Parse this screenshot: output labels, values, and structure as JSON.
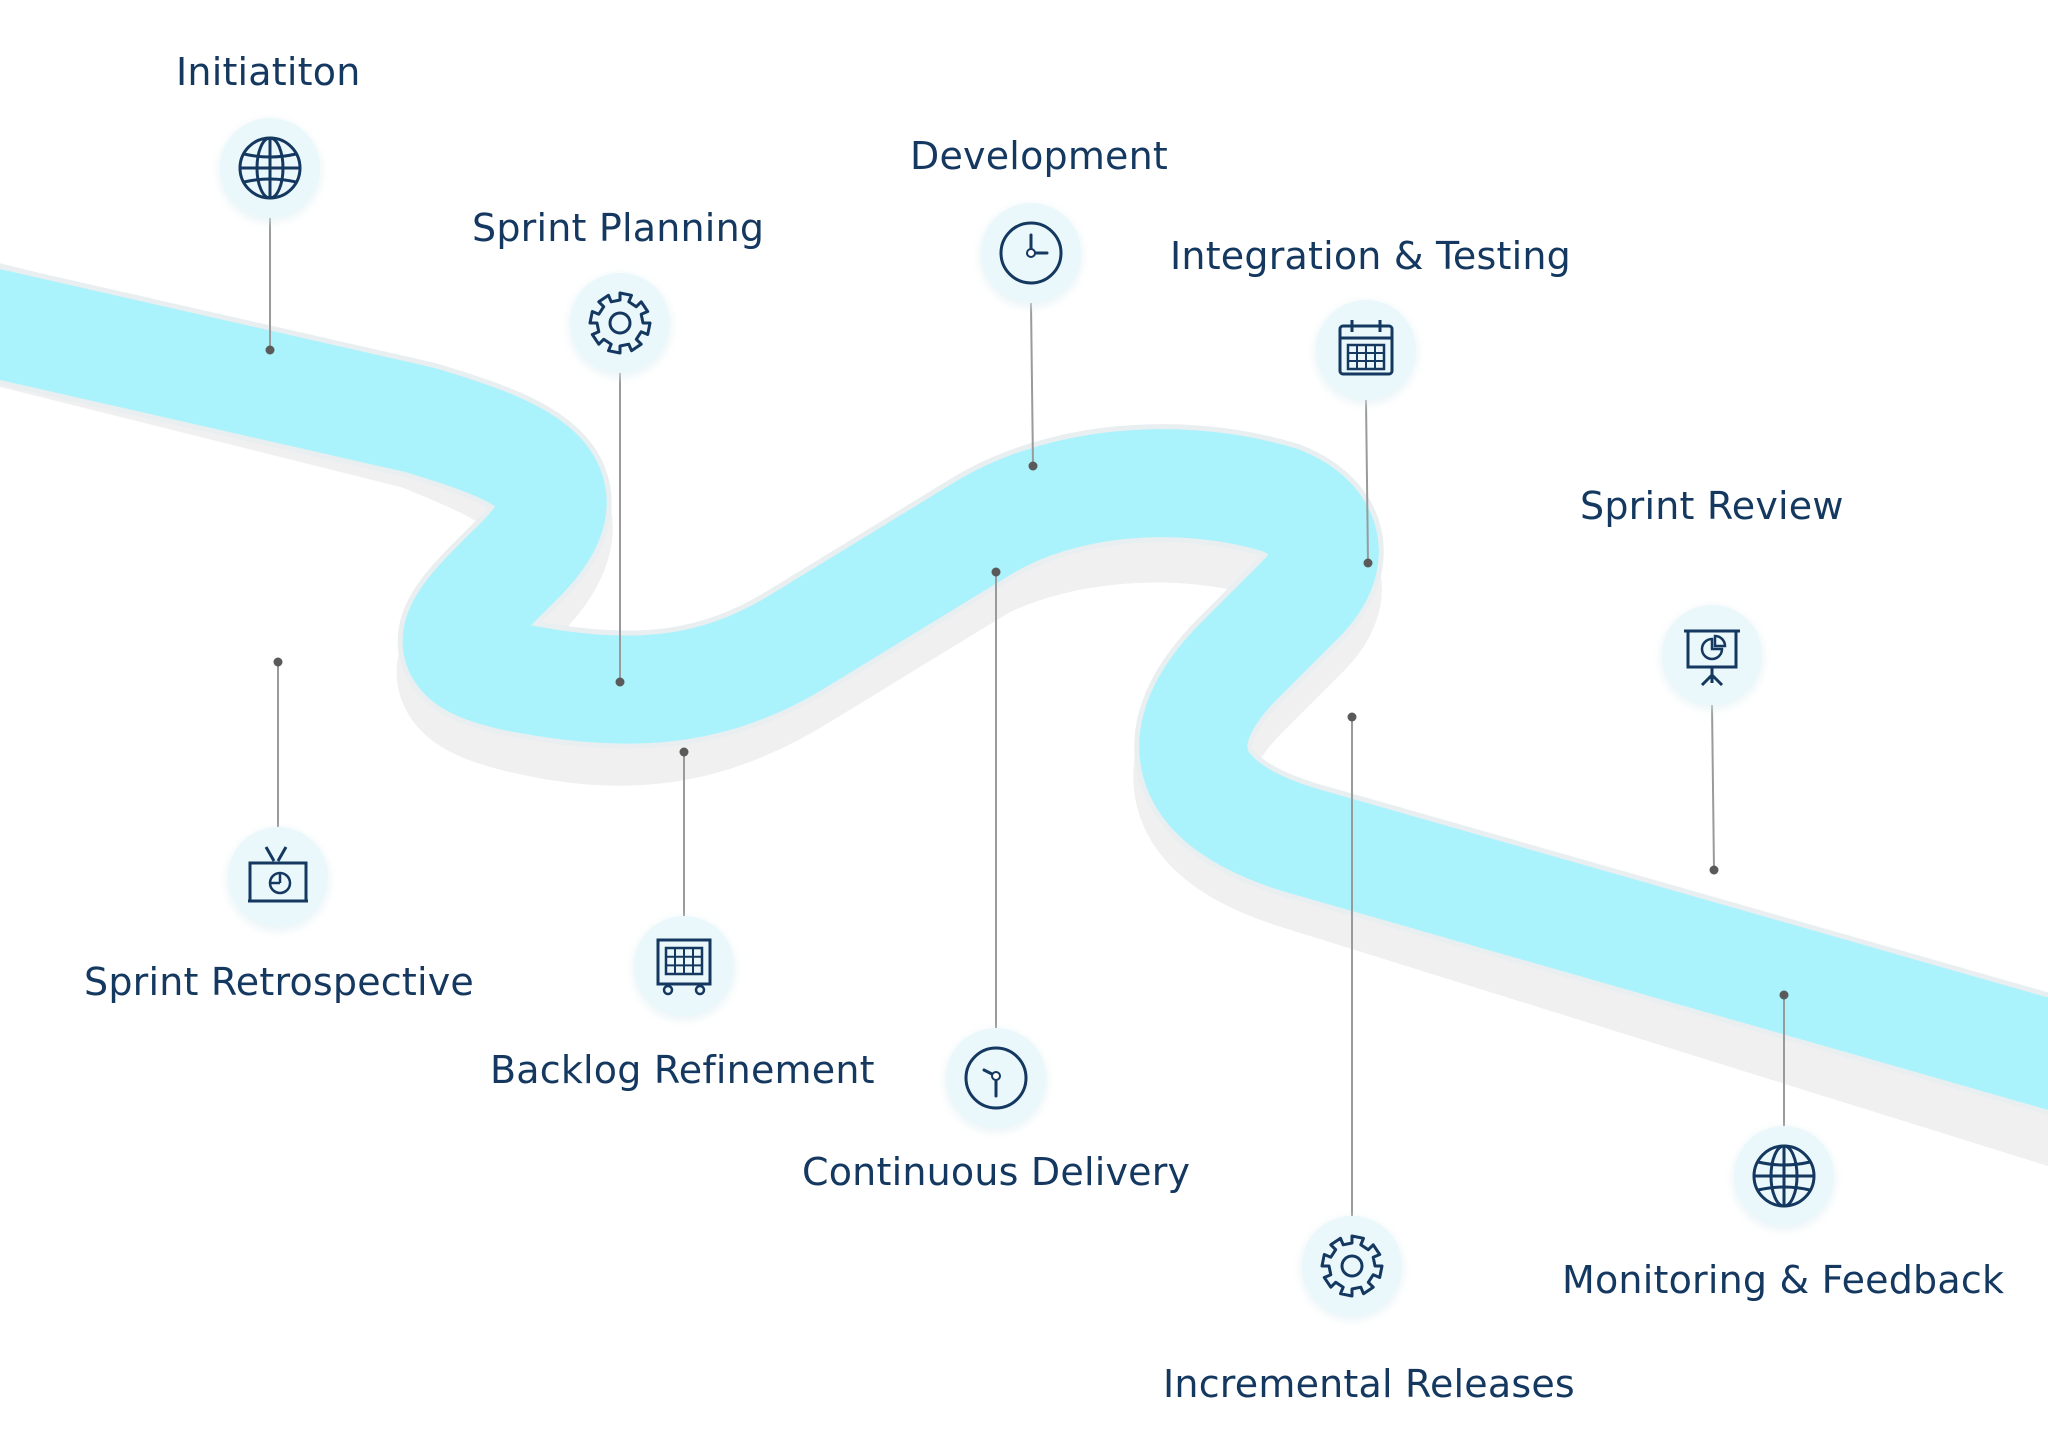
{
  "milestones": [
    {
      "label": "Initiatiton",
      "icon": "globe-icon",
      "slug": "initiation"
    },
    {
      "label": "Sprint Planning",
      "icon": "gear-icon",
      "slug": "sprint-planning"
    },
    {
      "label": "Development",
      "icon": "clock-icon",
      "slug": "development"
    },
    {
      "label": "Integration & Testing",
      "icon": "calendar-icon",
      "slug": "integration-testing"
    },
    {
      "label": "Sprint Review",
      "icon": "presentation-board-icon",
      "slug": "sprint-review"
    },
    {
      "label": "Sprint Retrospective",
      "icon": "tv-chart-icon",
      "slug": "sprint-retrospective"
    },
    {
      "label": "Backlog Refinement",
      "icon": "server-grid-icon",
      "slug": "backlog-refinement"
    },
    {
      "label": "Continuous Delivery",
      "icon": "clock-hand-icon",
      "slug": "continuous-delivery"
    },
    {
      "label": "Incremental Releases",
      "icon": "gear-icon",
      "slug": "incremental-releases"
    },
    {
      "label": "Monitoring & Feedback",
      "icon": "globe-icon",
      "slug": "monitoring-feedback"
    }
  ],
  "colors": {
    "road": "#aaf3fd",
    "road_edge": "#e9eef0",
    "road_side": "#f0f0f0",
    "label_text": "#14385f",
    "icon_stroke": "#14385f",
    "icon_bg": "#eaf8fb",
    "connector": "#9a9a9a",
    "dot": "#5a5a5a"
  }
}
